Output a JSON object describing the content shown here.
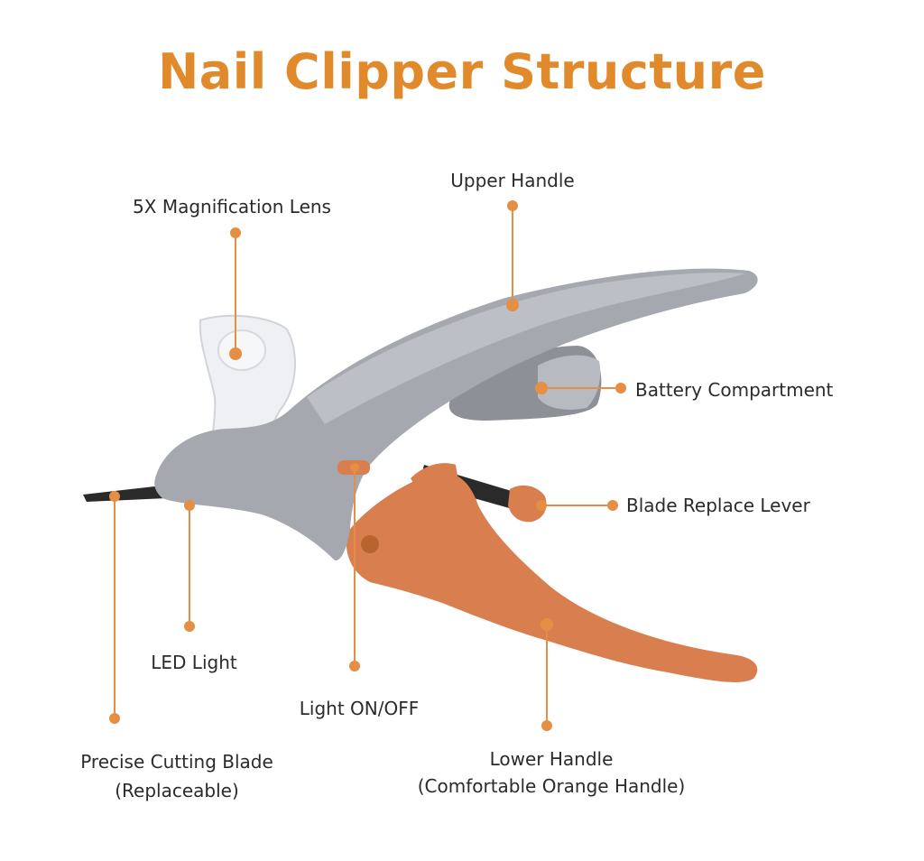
{
  "title": "Nail Clipper Structure",
  "colors": {
    "title": "#e08a2c",
    "accent": "#e58f44",
    "gray_body": "#a6a8b0",
    "gray_light": "#b8bac1",
    "gray_dark": "#8e9098",
    "orange_handle": "#d87e4f",
    "blade": "#2a2a2a"
  },
  "labels": {
    "upper_handle": "Upper Handle",
    "magnification_lens": "5X Magnification Lens",
    "battery_compartment": "Battery Compartment",
    "blade_replace_lever": "Blade Replace Lever",
    "led_light": "LED Light",
    "light_switch": "Light ON/OFF",
    "cutting_blade_line1": "Precise Cutting Blade",
    "cutting_blade_line2": "(Replaceable)",
    "lower_handle_line1": "Lower Handle",
    "lower_handle_line2": "(Comfortable Orange Handle)"
  }
}
